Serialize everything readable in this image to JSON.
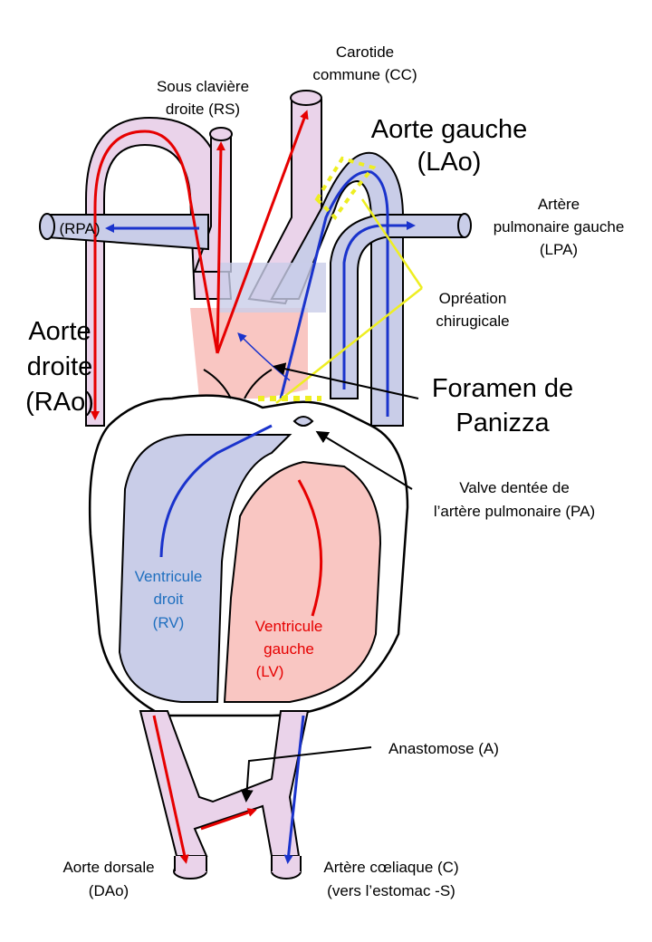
{
  "colors": {
    "vessel_pink": "#ead3ea",
    "vessel_blue": "#c9cde8",
    "ventricle_right": "#c9cde8",
    "ventricle_left": "#f9c6c2",
    "flow_red": "#e60000",
    "flow_blue": "#1a33cc",
    "surgery_yellow": "#eeee22",
    "outline": "#000000"
  },
  "labels": {
    "carotide_1": "Carotide",
    "carotide_2": "commune (CC)",
    "sous_claviere_1": "Sous clavière",
    "sous_claviere_2": "droite (RS)",
    "aorte_gauche_1": "Aorte gauche",
    "aorte_gauche_2": "(LAo)",
    "rpa": "(RPA)",
    "lpa_1": "Artère",
    "lpa_2": "pulmonaire gauche",
    "lpa_3": "(LPA)",
    "operation_1": "Opréation",
    "operation_2": "chirugicale",
    "aorte_droite_1": "Aorte",
    "aorte_droite_2": "droite",
    "aorte_droite_3": "(RAo)",
    "foramen_1": "Foramen de",
    "foramen_2": "Panizza",
    "valve_1": "Valve dentée de",
    "valve_2": "l’artère pulmonaire (PA)",
    "vd_1": "Ventricule",
    "vd_2": "droit",
    "vd_3": "(RV)",
    "vg_1": "Ventricule",
    "vg_2": "gauche",
    "vg_3": "(LV)",
    "anastomose": "Anastomose (A)",
    "dao_1": "Aorte dorsale",
    "dao_2": "(DAo)",
    "coeliaque_1": "Artère cœliaque (C)",
    "coeliaque_2": "(vers l’estomac -S)"
  }
}
